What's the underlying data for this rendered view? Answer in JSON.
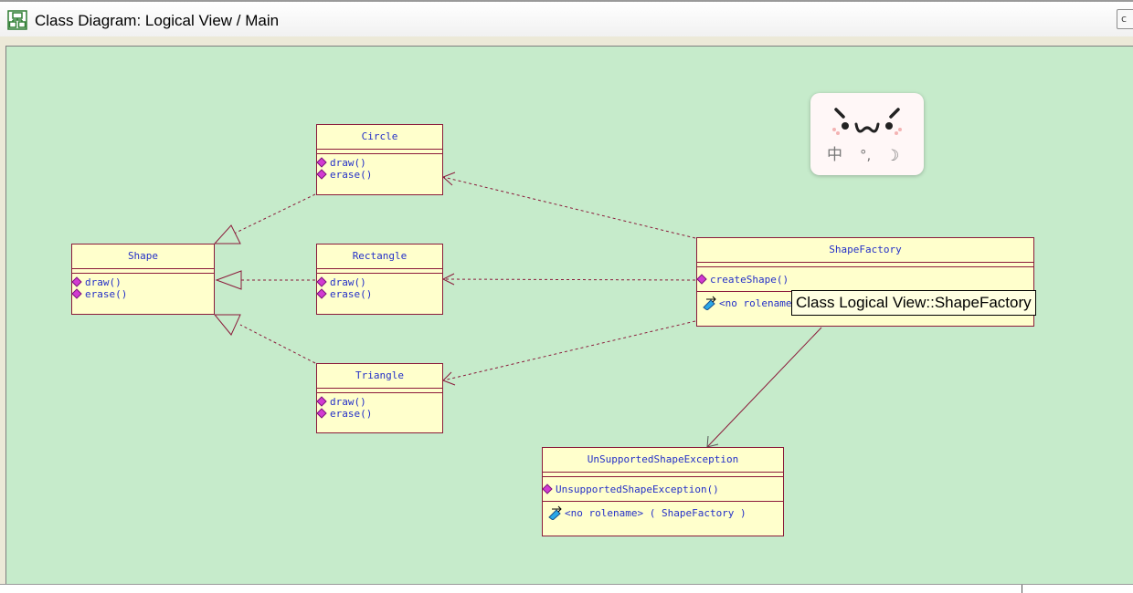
{
  "window": {
    "title": "Class Diagram: Logical View / Main",
    "icon": "class-diagram-icon",
    "corner_button_text": "c"
  },
  "colors": {
    "canvas": "#c6ebcb",
    "class_fill": "#ffffcc",
    "class_border": "#8b1a3a",
    "class_text": "#2430c8",
    "operation_icon": "#d23ad2",
    "association_icon": "#2aa8e8"
  },
  "classes": {
    "shape": {
      "name": "Shape",
      "operations": [
        "draw()",
        "erase()"
      ]
    },
    "circle": {
      "name": "Circle",
      "operations": [
        "draw()",
        "erase()"
      ]
    },
    "rectangle": {
      "name": "Rectangle",
      "operations": [
        "draw()",
        "erase()"
      ]
    },
    "triangle": {
      "name": "Triangle",
      "operations": [
        "draw()",
        "erase()"
      ]
    },
    "shape_factory": {
      "name": "ShapeFactory",
      "operations": [
        "createShape()"
      ],
      "relation": "<no rolename> ( UnSupportedShapeException )"
    },
    "exception": {
      "name": "UnSupportedShapeException",
      "operations": [
        "UnsupportedShapeException()"
      ],
      "relation": "<no rolename> ( ShapeFactory )"
    }
  },
  "tooltip": "Class Logical View::ShapeFactory",
  "ime_popup": {
    "emoticon": "`ω´",
    "status_glyphs": [
      "中",
      "°,",
      "☽"
    ]
  }
}
